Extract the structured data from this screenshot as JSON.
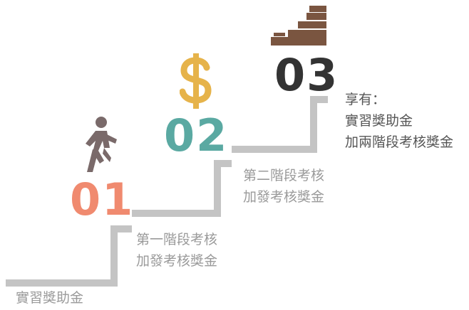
{
  "steps": [
    {
      "number": "01",
      "color": "#f08a6f"
    },
    {
      "number": "02",
      "color": "#5aa9a2"
    },
    {
      "number": "03",
      "color": "#333333"
    }
  ],
  "labels": {
    "start": [
      "實習獎助金"
    ],
    "step1": [
      "第一階段考核",
      "加發考核獎金"
    ],
    "step2": [
      "第二階段考核",
      "加發考核獎金"
    ],
    "step3": [
      "享有：",
      "實習獎助金",
      "加兩階段考核獎金"
    ]
  },
  "icons": {
    "step1": "running-person-icon",
    "step2": "dollar-sign-icon",
    "step3": "stacked-coins-icon"
  },
  "colors": {
    "stairs": "#c4c4c4",
    "runner": "#7a6a6a",
    "dollar": "#e6b34a",
    "coins": "#7a5540"
  }
}
